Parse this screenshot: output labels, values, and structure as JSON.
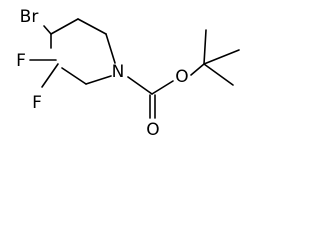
{
  "molecule": {
    "atoms": {
      "bromine": "Br",
      "fluorine_upper": "F",
      "fluorine_lower": "F",
      "nitrogen": "N",
      "carbonyl_oxygen": "O",
      "ester_oxygen": "O"
    }
  }
}
